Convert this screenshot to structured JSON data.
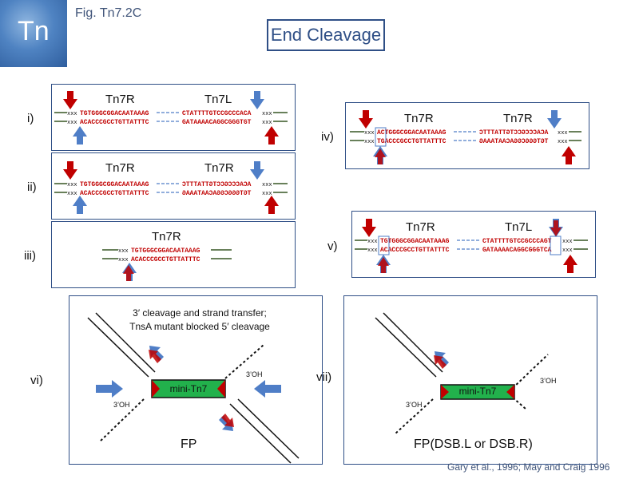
{
  "header": {
    "fig_label": "Fig. Tn7.2C",
    "title": "End Cleavage",
    "logo": "Tn"
  },
  "colors": {
    "red": "#c00000",
    "blue": "#4f7ec7",
    "green": "#22b14c",
    "frame": "#2f4f86"
  },
  "xxx": "xxx",
  "panels": {
    "i": {
      "label": "i)",
      "left": "Tn7R",
      "right": "Tn7L",
      "top_left": "TGTGGGCGGACAATAAAG",
      "top_right": "CTATTTTGTCCGCCCACA",
      "bot_left": "ACACCCGCCTGTTATTTC",
      "bot_right": "GATAAAACAGGCGGGTGT"
    },
    "ii": {
      "label": "ii)",
      "left": "Tn7R",
      "right": "Tn7R",
      "top_left": "TGTGGGCGGACAATAAAG",
      "top_right": "ACACCCGCCTGTTATTTC",
      "bot_left": "ACACCCGCCTGTTATTTC",
      "bot_right": "TGTGGGCGGACAATAAAG"
    },
    "iii": {
      "label": "iii)",
      "left": "Tn7R",
      "top_left": "TGTGGGCGGACAATAAAG",
      "bot_left": "ACACCCGCCTGTTATTTC"
    },
    "iv": {
      "label": "iv)",
      "left": "Tn7R",
      "right": "Tn7R",
      "top_left": "ACTGGGCGGACAATAAAG",
      "top_right": "ACACCCGCCTGTTATTTC",
      "bot_left": "TGACCCGCCTGTTATTTC",
      "bot_right": "TGTGGGCGGACAATAAAG"
    },
    "v": {
      "label": "v)",
      "left": "Tn7R",
      "right": "Tn7L",
      "top_left": "TGTGGGCGGACAATAAAG",
      "top_right": "CTATTTTGTCCGCCCAGT",
      "bot_left": "ACACCCGCCTGTTATTTC",
      "bot_right": "GATAAAACAGGCGGGTCA"
    },
    "vi": {
      "label": "vi)",
      "note_line1": "3′ cleavage and strand transfer;",
      "note_line2": "TnsA mutant blocked 5′ cleavage",
      "element": "mini-Tn7",
      "oh": "3’OH",
      "caption": "FP"
    },
    "vii": {
      "label": "vii)",
      "element": "mini-Tn7",
      "oh": "3’OH",
      "caption": "FP(DSB.L or DSB.R)"
    }
  },
  "citation": "Gary et al., 1996; May and Craig 1996"
}
